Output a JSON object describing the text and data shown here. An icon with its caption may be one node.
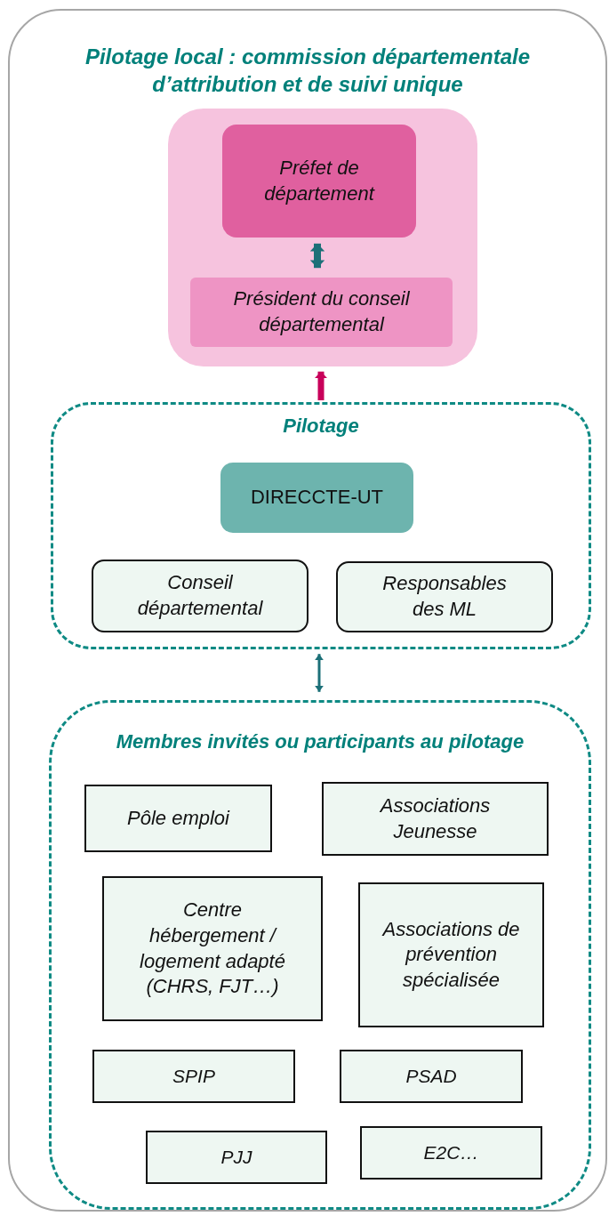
{
  "diagram": {
    "nodes": [
      {
        "text": [
          "Pilotage local : commission départementale d’attribution et de suivi unique"
        ]
      },
      {
        "text": [],
        "shape": "box",
        "in": 0
      },
      {
        "text": [
          "Préfet de département"
        ],
        "in": 1
      },
      {
        "text": [
          "Président du conseil départemental"
        ],
        "in": 1
      },
      {
        "text": [
          "Pilotage"
        ],
        "in": 0
      },
      {
        "text": [
          "DIRECCTE-UT"
        ],
        "in": 4
      },
      {
        "text": [
          "Conseil départemental"
        ],
        "in": 4
      },
      {
        "text": [
          "Responsables des ML"
        ],
        "in": 4
      },
      {
        "text": [
          "Membres invités ou participants au pilotage"
        ],
        "in": 0
      },
      {
        "text": [
          "Pôle emploi"
        ],
        "in": 8
      },
      {
        "text": [
          "Associations Jeunesse"
        ],
        "in": 8
      },
      {
        "text": [
          "Centre hébergement / logement adapté (CHRS, FJT…)"
        ],
        "in": 8
      },
      {
        "text": [
          "Associations de prévention spécialisée"
        ],
        "in": 8
      },
      {
        "text": [
          "SPIP"
        ],
        "in": 8
      },
      {
        "text": [
          "PSAD"
        ],
        "in": 8
      },
      {
        "text": [
          "PJJ"
        ],
        "in": 8
      },
      {
        "text": [
          "E2C…"
        ],
        "in": 8
      }
    ],
    "edges": [
      {
        "from": 2,
        "to": 3,
        "arrow": "both"
      },
      {
        "from": 4,
        "to": 1,
        "arrow": "to",
        "color": "#c8005a"
      },
      {
        "from": 4,
        "to": 8,
        "arrow": "both"
      }
    ]
  }
}
